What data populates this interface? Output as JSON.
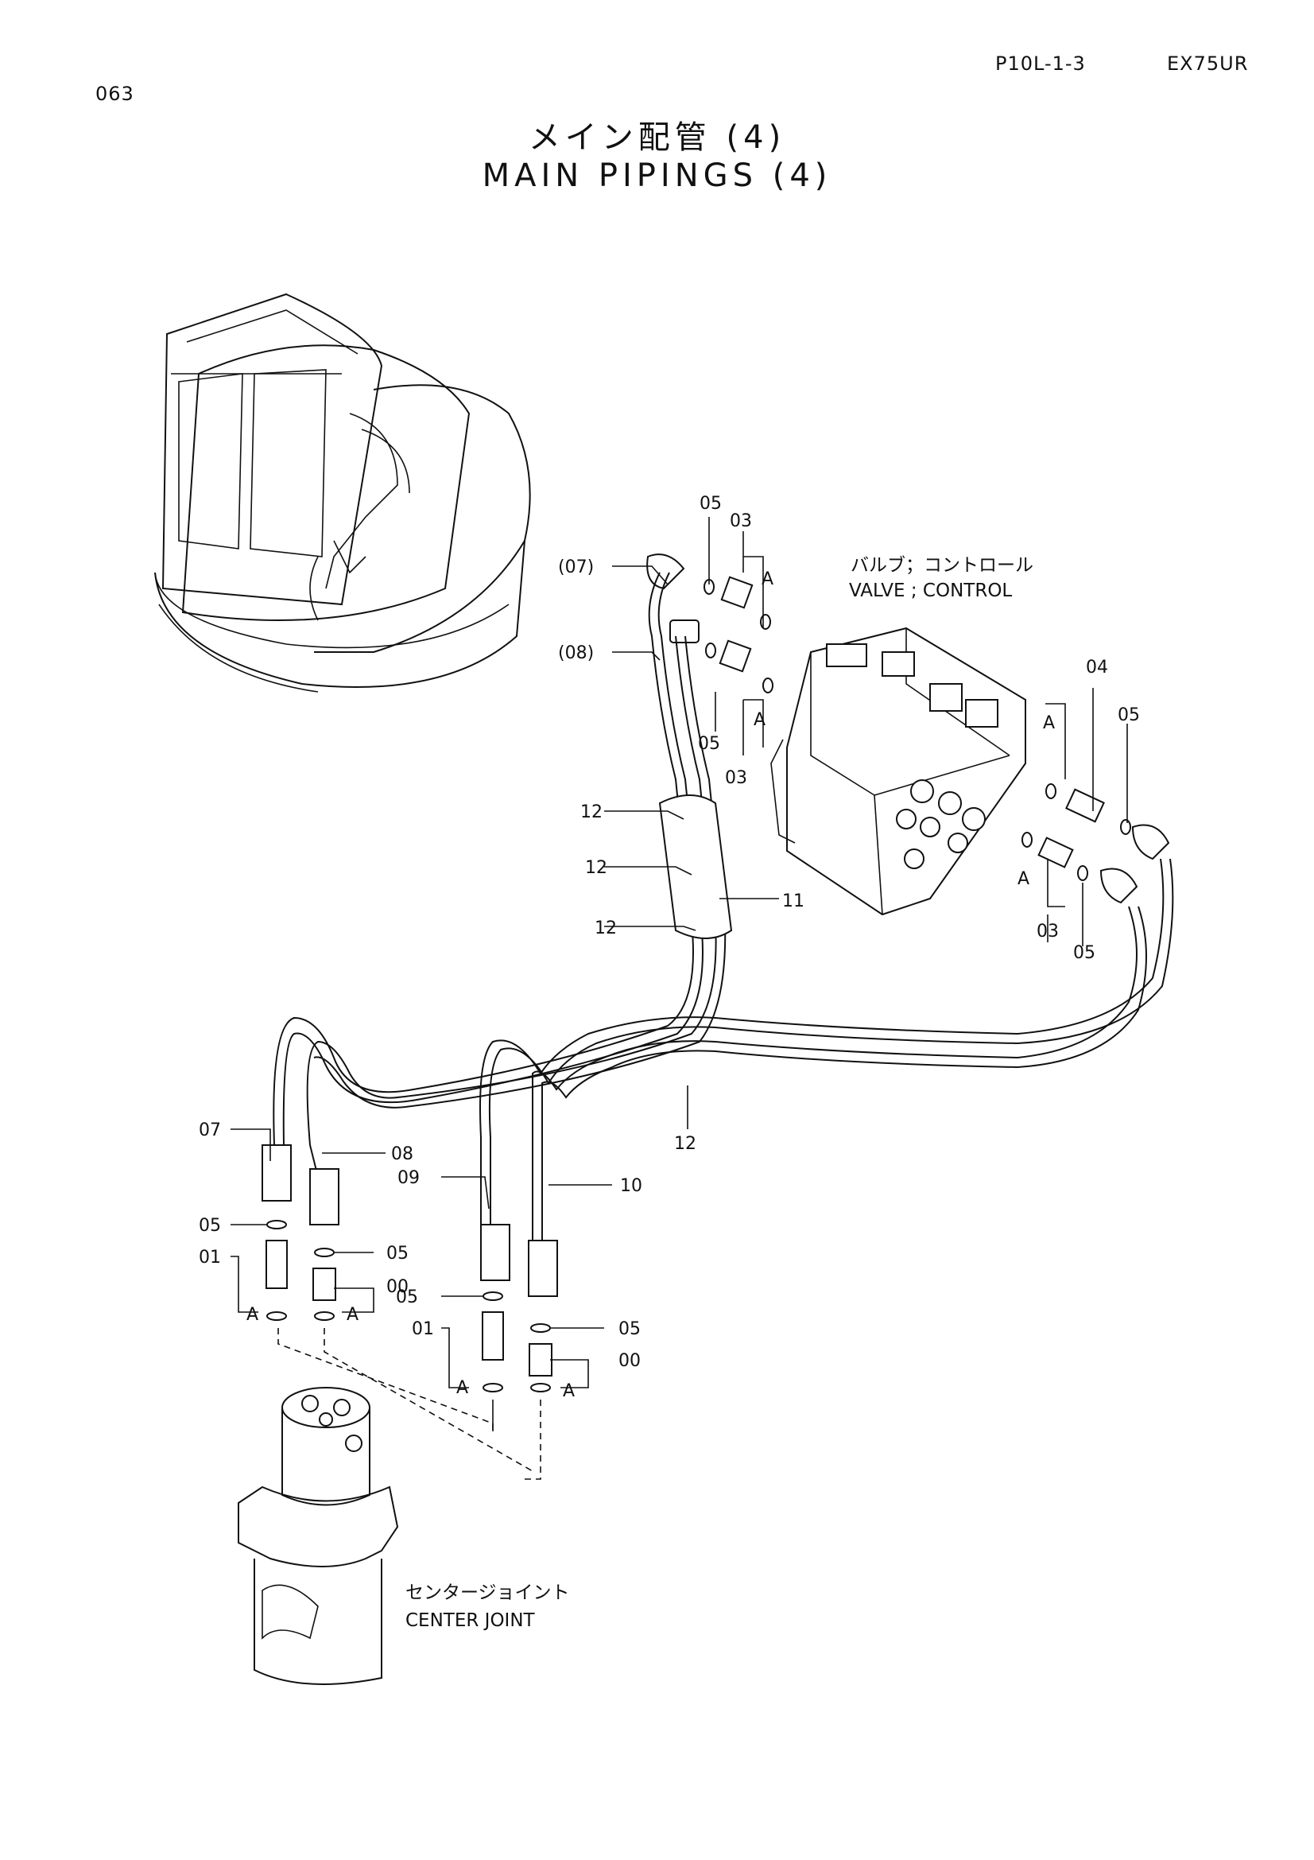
{
  "header": {
    "page_number": "063",
    "part_code": "P10L-1-3",
    "model": "EX75UR"
  },
  "title": {
    "japanese": "メイン配管 (4)",
    "english": "MAIN PIPINGS (4)"
  },
  "components": {
    "valve_jp": "バルブ；コントロール",
    "valve_en": "VALVE ; CONTROL",
    "center_joint_jp": "センタージョイント",
    "center_joint_en": "CENTER JOINT"
  },
  "callouts": {
    "c05_top": "05",
    "c03_top": "03",
    "a_top": "A",
    "c07_paren": "(07)",
    "c08_paren": "(08)",
    "c05_mid": "05",
    "a_mid": "A",
    "c03_mid": "03",
    "c04": "04",
    "c05_right": "05",
    "a_right1": "A",
    "a_right2": "A",
    "c03_right": "03",
    "c05_right2": "05",
    "c12_a": "12",
    "c12_b": "12",
    "c12_c": "12",
    "c11": "11",
    "c12_d": "12",
    "c07": "07",
    "c08": "08",
    "c09": "09",
    "c10": "10",
    "c05_l1": "05",
    "c01_l": "01",
    "c05_l2": "05",
    "c00_l": "00",
    "a_l1": "A",
    "a_l2": "A",
    "c05_m1": "05",
    "c01_m": "01",
    "c05_m2": "05",
    "c00_m": "00",
    "a_m1": "A",
    "a_m2": "A"
  }
}
